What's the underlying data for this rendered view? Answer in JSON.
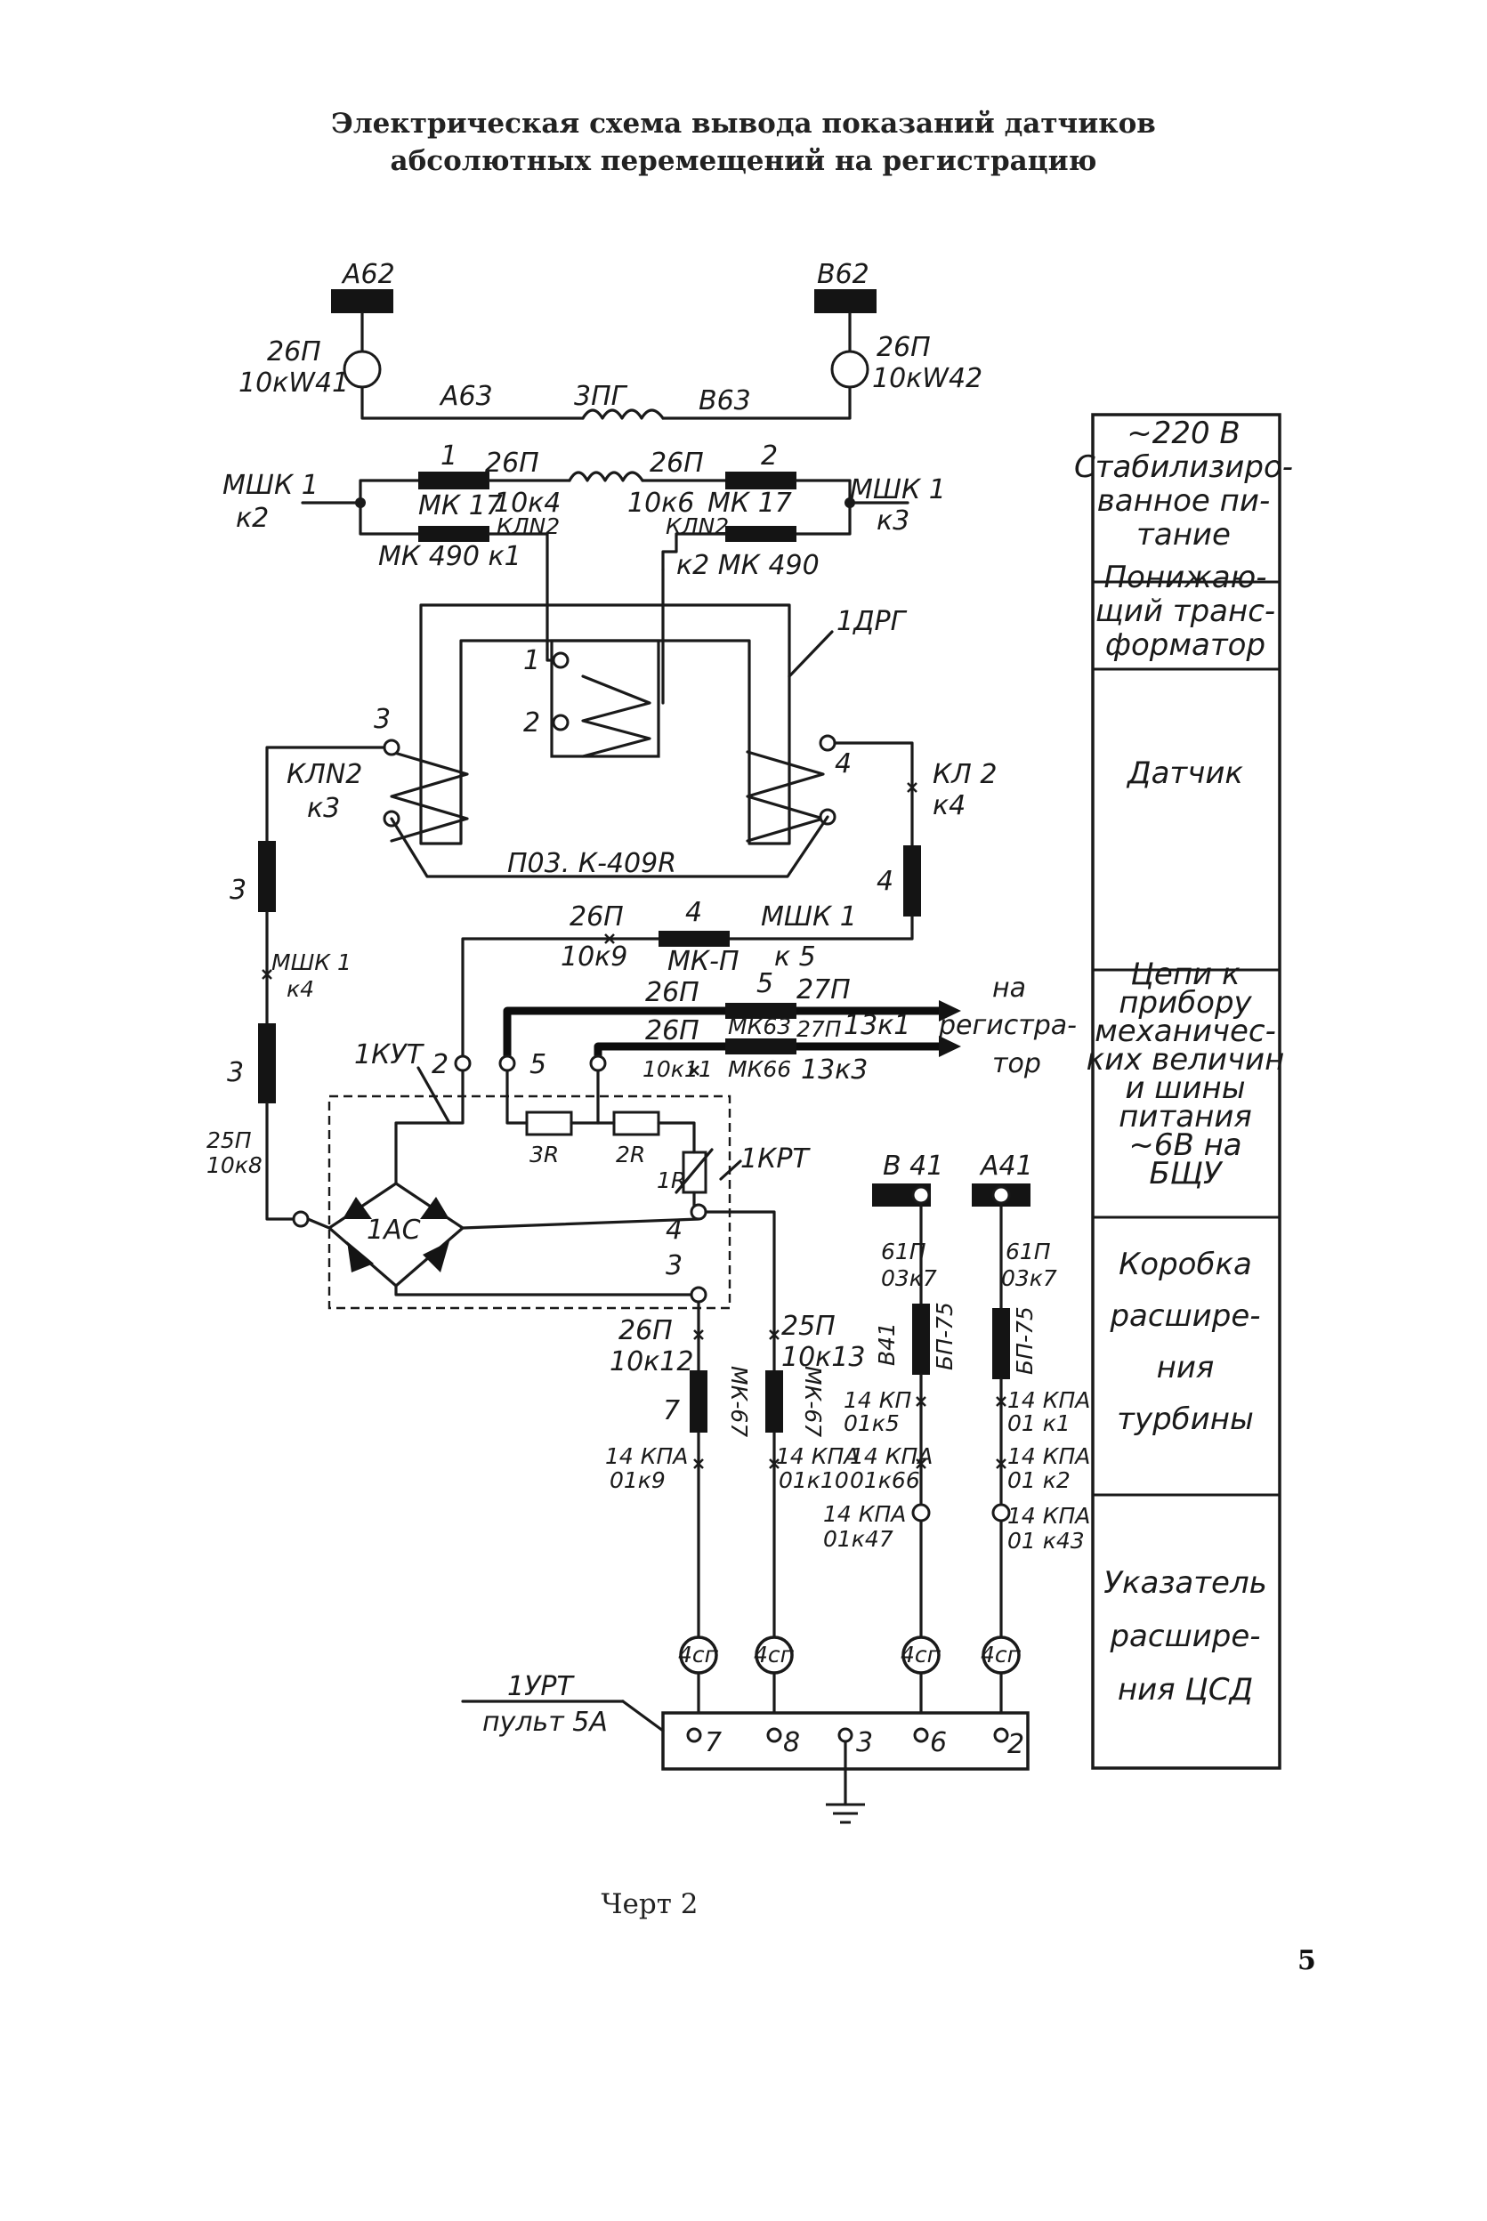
{
  "title": {
    "line1": "Электрическая схема вывода показаний датчиков",
    "line2": "абсолютных перемещений на регистрацию"
  },
  "caption": "Черт 2",
  "page_number": "5",
  "table": {
    "cells": [
      [
        "~220 В",
        "Стабилизиро-",
        "ванное пи-",
        "тание"
      ],
      [
        "Понижаю-",
        "щий транс-",
        "форматор"
      ],
      [
        "Датчик"
      ],
      [
        "Цепи к",
        "прибору",
        "механичес-",
        "ких величин",
        "и шины",
        "питания",
        "~6В на",
        "БЩУ"
      ],
      [
        "Коробка",
        "расшире-",
        "ния",
        "турбины"
      ],
      [
        "Указатель",
        "расшире-",
        "ния ЦСД"
      ]
    ]
  },
  "labels": {
    "a62": "А62",
    "v62": "В62",
    "left_sensor": [
      "26П",
      "10кW41"
    ],
    "right_sensor": [
      "26П",
      "10кW42"
    ],
    "a63": "А63",
    "zpg": "3ПГ",
    "v63": "В63",
    "mshk_left": [
      "МШК 1",
      "к2"
    ],
    "mshk_right": [
      "МШК 1",
      "к3"
    ],
    "r1_num": "1",
    "r1_26p": "26П",
    "r1_mk": "МК 17",
    "r1_10k": "10к4",
    "r1_kln": "КЛN2",
    "r1_mk490": "МК 490 к1",
    "r2_26p": "26П",
    "r2_num": "2",
    "r2_10k": "10к6",
    "r2_mk": "МК 17",
    "r2_kln": "КЛN2",
    "r2_mk490": "к2 МК 490",
    "drg": "1ДРГ",
    "t1": "1",
    "t2": "2",
    "t3": "3",
    "t4": "4",
    "kln2_left": [
      "КЛN2",
      "к3"
    ],
    "kl2_right": [
      "КЛ 2",
      "к4"
    ],
    "p03": "П03. К-409R",
    "side3_top": "3",
    "side4": "4",
    "mshk_left_mid": [
      "МШК 1",
      "к4"
    ],
    "side3_bot": "3",
    "p26_10k8": [
      "25П",
      "10к8"
    ],
    "h4_26p": "26П",
    "h4_10k9": "10к9",
    "h4_num": "4",
    "h4_mkp": "МК-П",
    "h4_mshk": "МШК 1",
    "h4_k5": "к 5",
    "r5_26p": "26П",
    "r5_num": "5",
    "r5_27p": "27П",
    "r6_26p": "26П",
    "r6_mk63": "МК63",
    "r6_27p": "27П",
    "r6_13k1": "13к1",
    "r6_10k11": "10к11",
    "r6_mk66": "МК66",
    "r6_13k3": "13к3",
    "to_reg": [
      "на",
      "регистра-",
      "тор"
    ],
    "kyt": "1КУТ",
    "n2": "2",
    "n5": "5",
    "r3": "3R",
    "r2": "2R",
    "r1": "1R",
    "krt": "1КРТ",
    "n4": "4",
    "n3": "3",
    "ac": "1АС",
    "b41": "В 41",
    "a41": "А41",
    "c_26p": "26П",
    "c_10k12": "10к12",
    "c_7": "7",
    "c_mk67a": "МК-67",
    "c_kpa_a": "14 КПА",
    "c_01k9": "01к9",
    "d_25p": "25П",
    "d_10k13": "10к13",
    "d_mk67b": "МК-67",
    "d_kpa": "14 КПА",
    "d_kpa2": "14 КПА",
    "d_01k10": "01к10",
    "d_01k66": "01к66",
    "e_61p": "61П",
    "e_03k7": "03к7",
    "e_b41": "В41",
    "e_bp75": "БП-75",
    "e_14kp": "14 КП",
    "e_01k5": "01к5",
    "e_14kpa": "14 КПА",
    "e_01k47": "01к47",
    "f_61p": "61П",
    "f_03k7": "03к7",
    "f_bp75": "БП-75",
    "f_kpa1": "14 КПА",
    "f_01k1": "01 к1",
    "f_kpa2": "14 КПА",
    "f_01k2": "01 к2",
    "f_kpa3": "14 КПА",
    "f_01k43": "01 к43",
    "gauge": "4сп",
    "urt": "1УРТ",
    "pult": "пульт 5А",
    "p7": "7",
    "p8": "8",
    "p3": "3",
    "p6": "6",
    "p2": "2"
  }
}
